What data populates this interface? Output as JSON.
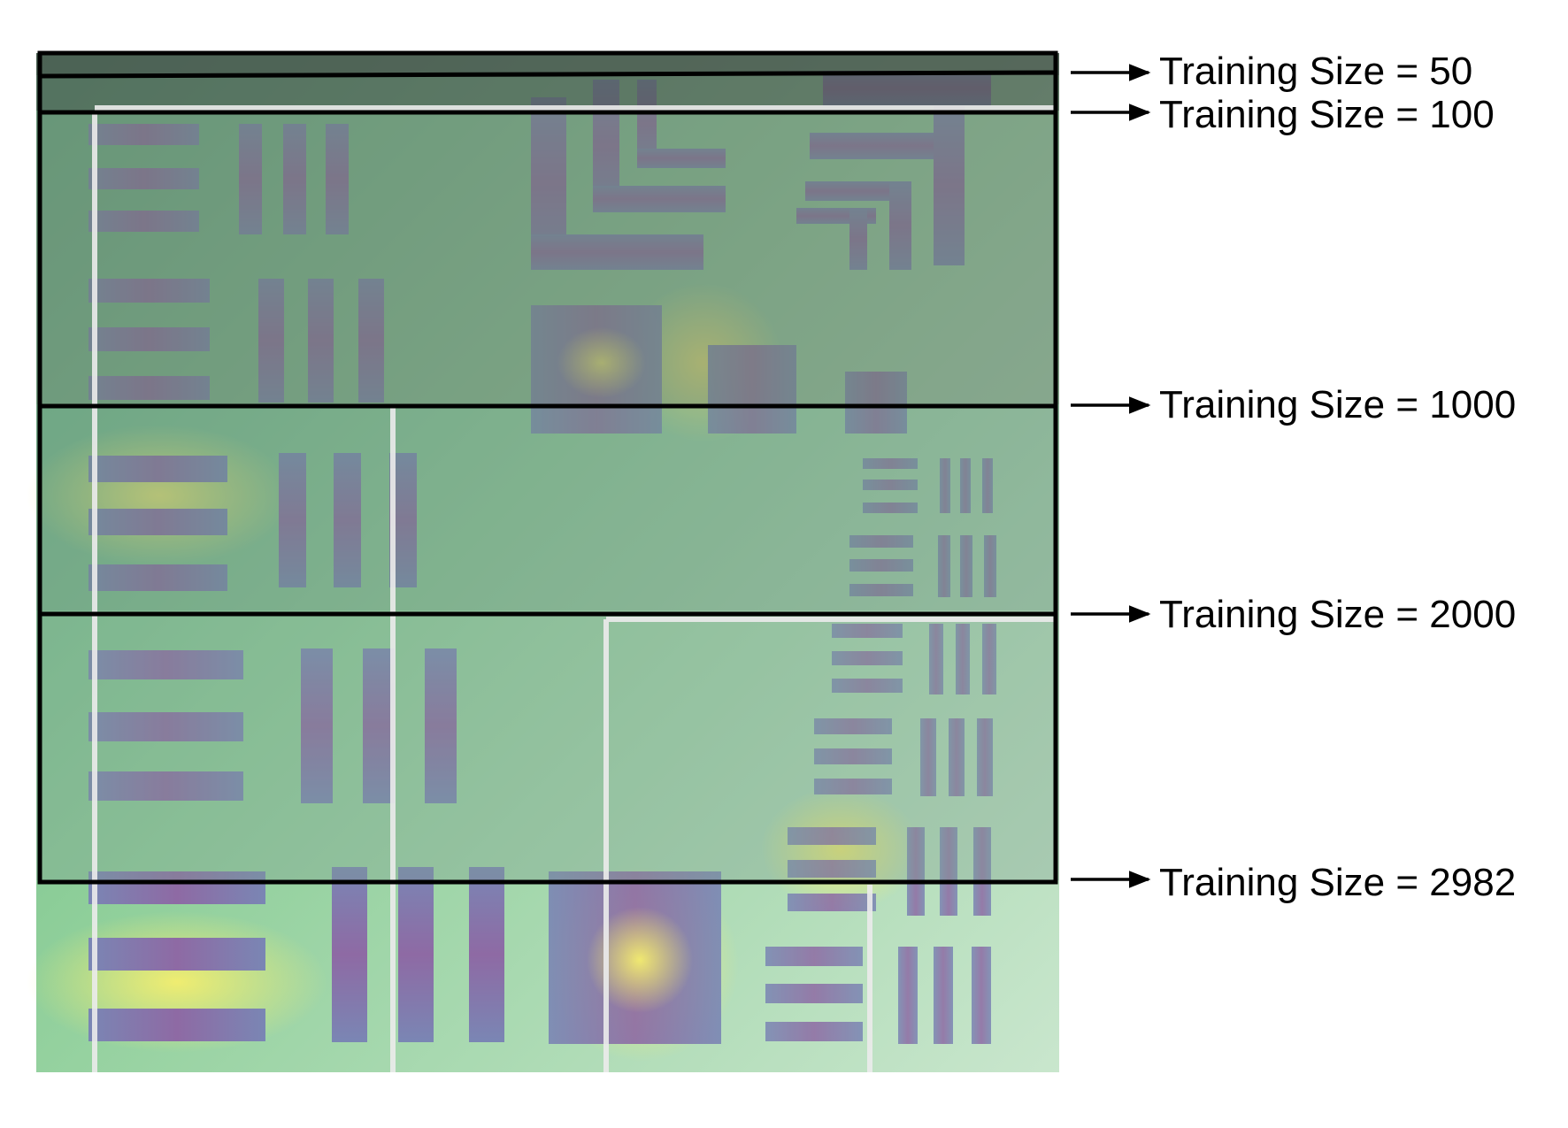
{
  "figure": {
    "title": "",
    "labels": [
      "Training Size = 50",
      "Training Size = 100",
      "Training Size = 1000",
      "Training Size = 2000",
      "Training Size = 2982"
    ]
  },
  "colors": {
    "frame": "#000000",
    "divider": "#e8e8e8",
    "overlay": "#4f4f4f",
    "base_green": "#6fbf8f",
    "bar": "#8a6aa6",
    "highlight": "#f2ea6a"
  },
  "icons": [
    "right-arrow-icon"
  ]
}
